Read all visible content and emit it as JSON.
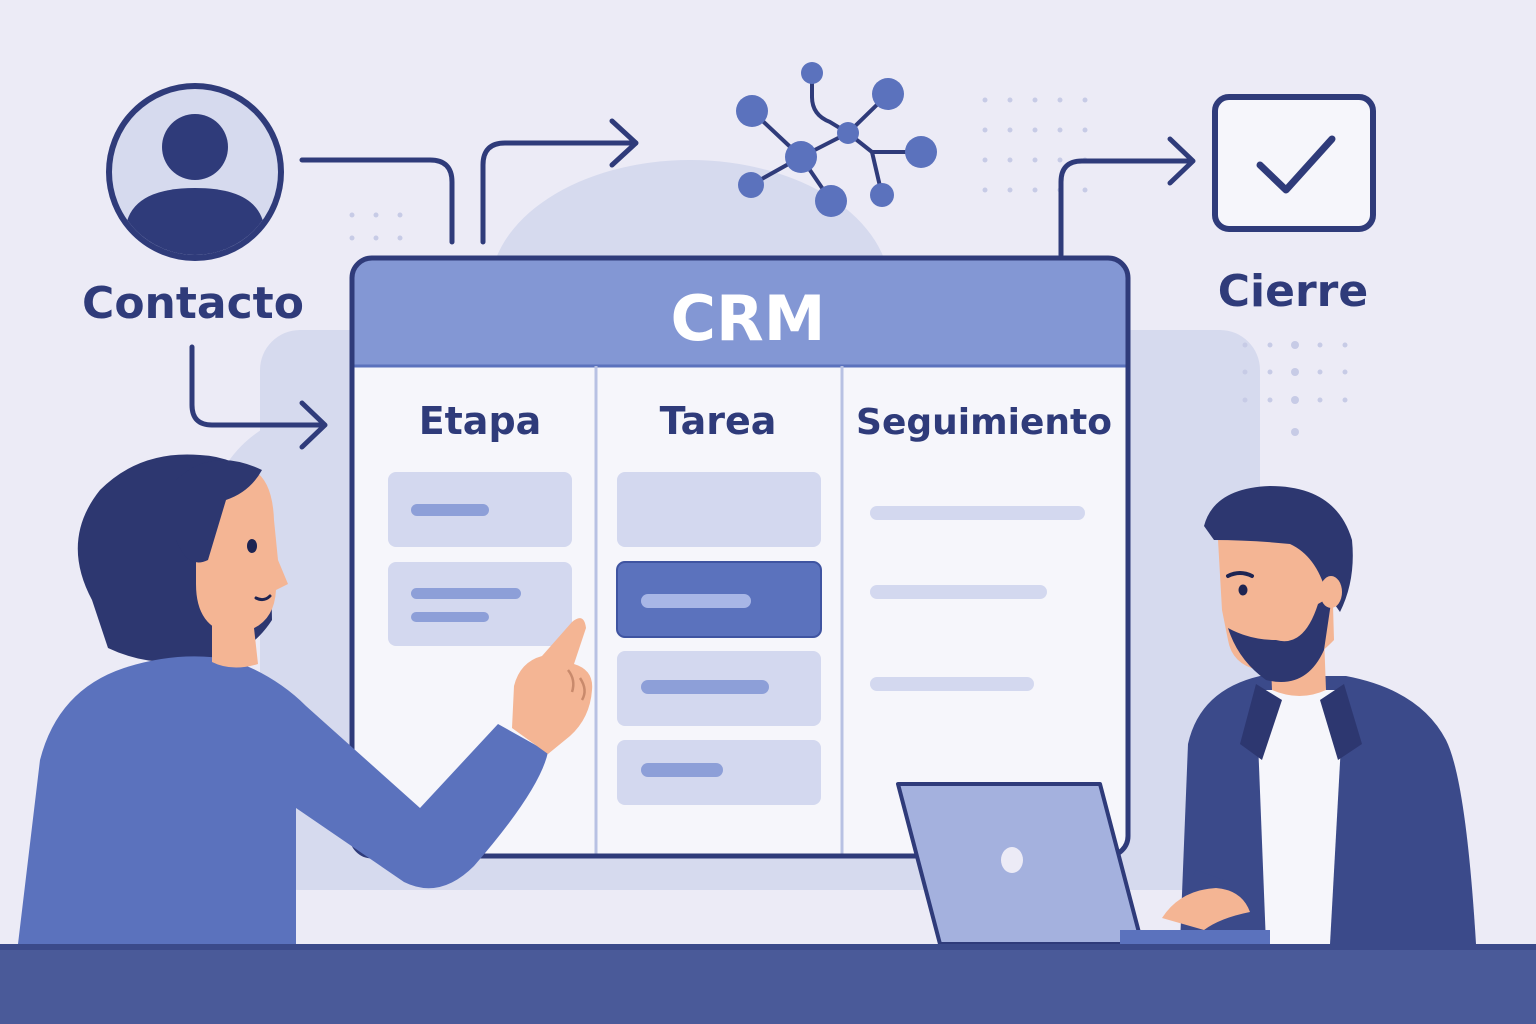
{
  "colors": {
    "background": "#ecebf6",
    "navy": "#2f3b7a",
    "accent": "#5b72bd",
    "header": "#8397d4",
    "panel": "#f6f6fb",
    "card": "#d3d8ef",
    "card_bar": "#8d9fd8",
    "skin": "#f4b594",
    "hair": "#2d3770",
    "desk": "#4a5a99"
  },
  "icons": {
    "contact": "user-avatar-icon",
    "network": "network-nodes-icon",
    "close": "checkbox-check-icon"
  },
  "flow": {
    "contact_label": "Contacto",
    "close_label": "Cierre"
  },
  "crm": {
    "title": "CRM",
    "columns": [
      {
        "label": "Etapa"
      },
      {
        "label": "Tarea"
      },
      {
        "label": "Seguimiento"
      }
    ]
  }
}
